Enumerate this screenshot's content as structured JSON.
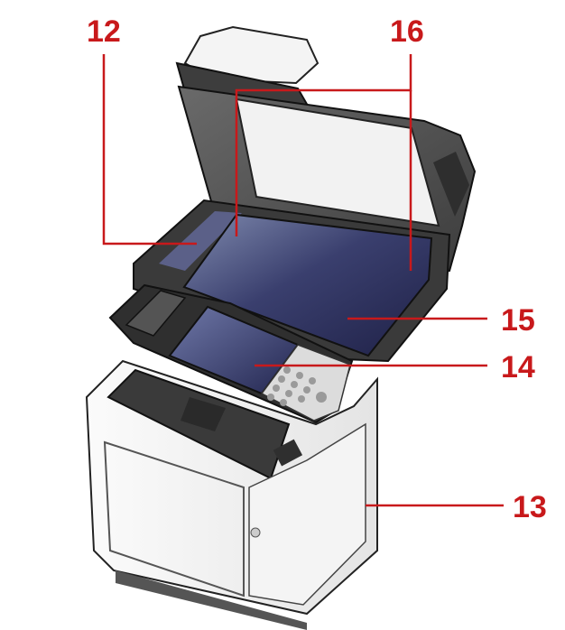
{
  "callouts": [
    {
      "id": "c12",
      "label": "12"
    },
    {
      "id": "c16",
      "label": "16"
    },
    {
      "id": "c15",
      "label": "15"
    },
    {
      "id": "c14",
      "label": "14"
    },
    {
      "id": "c13",
      "label": "13"
    }
  ],
  "colors": {
    "callout": "#c8191b",
    "glass_dark": "#2b2f5a",
    "body": "#ffffff",
    "dark_plastic": "#4a4a4a"
  }
}
